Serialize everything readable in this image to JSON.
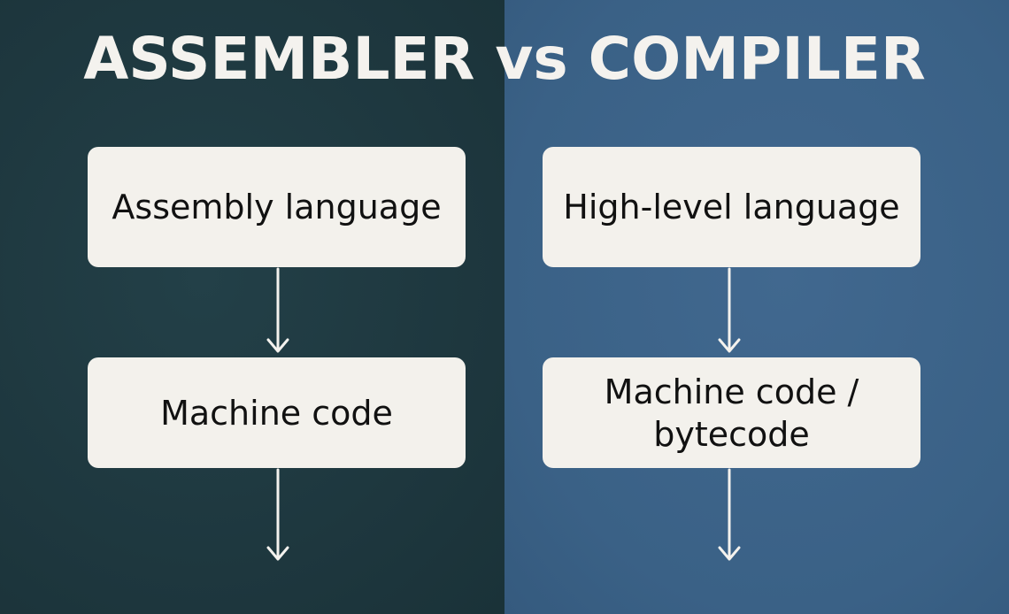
{
  "title": "ASSEMBLER vs COMPILER",
  "colors": {
    "left_panel": "#1d363d",
    "right_panel": "#3a6186",
    "box_fill": "#f3f1ec",
    "text_light": "#f4f2ee",
    "text_dark": "#111111",
    "arrow": "#f4f2ee"
  },
  "left": {
    "nodes": [
      {
        "label": "Assembly language"
      },
      {
        "label": "Machine code"
      }
    ]
  },
  "right": {
    "nodes": [
      {
        "label_line1": "High-level language"
      },
      {
        "label_line1": "Machine code /",
        "label_line2": "bytecode"
      }
    ]
  }
}
